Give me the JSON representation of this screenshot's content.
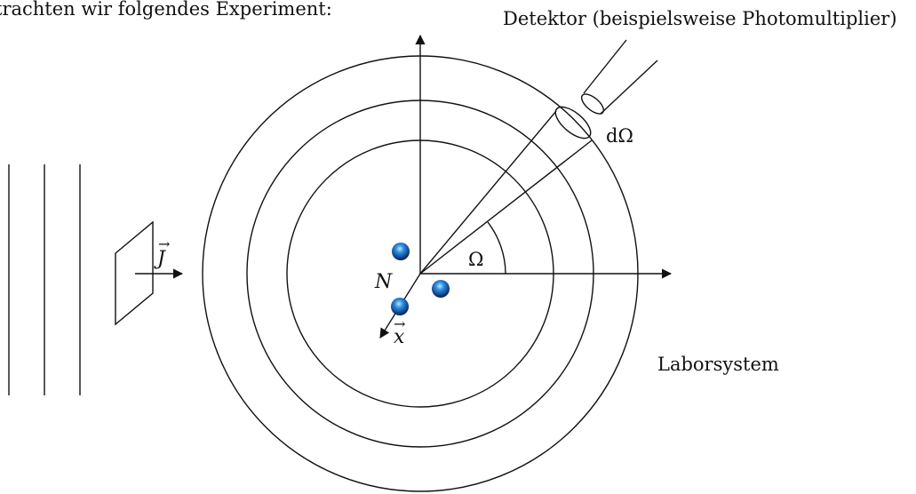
{
  "top_text": "trachten wir folgendes Experiment:",
  "detector_label": "Detektor (beispielsweise Photomultiplier)",
  "solid_angle_label": "dΩ",
  "angle_label": "Ω",
  "flux_label": "J",
  "flux_vector_arrow": "→",
  "nucleus_label": "N",
  "position_label": "x",
  "position_vector_arrow": "→",
  "frame_label": "Laborsystem",
  "colors": {
    "stroke": "#111111",
    "particle_core": "#2a6fd6",
    "particle_dark": "#0b2a5c",
    "particle_highlight": "#9fd4ff"
  },
  "icons": {
    "particle": "blue-sphere-icon",
    "arrow": "arrowhead-icon"
  }
}
